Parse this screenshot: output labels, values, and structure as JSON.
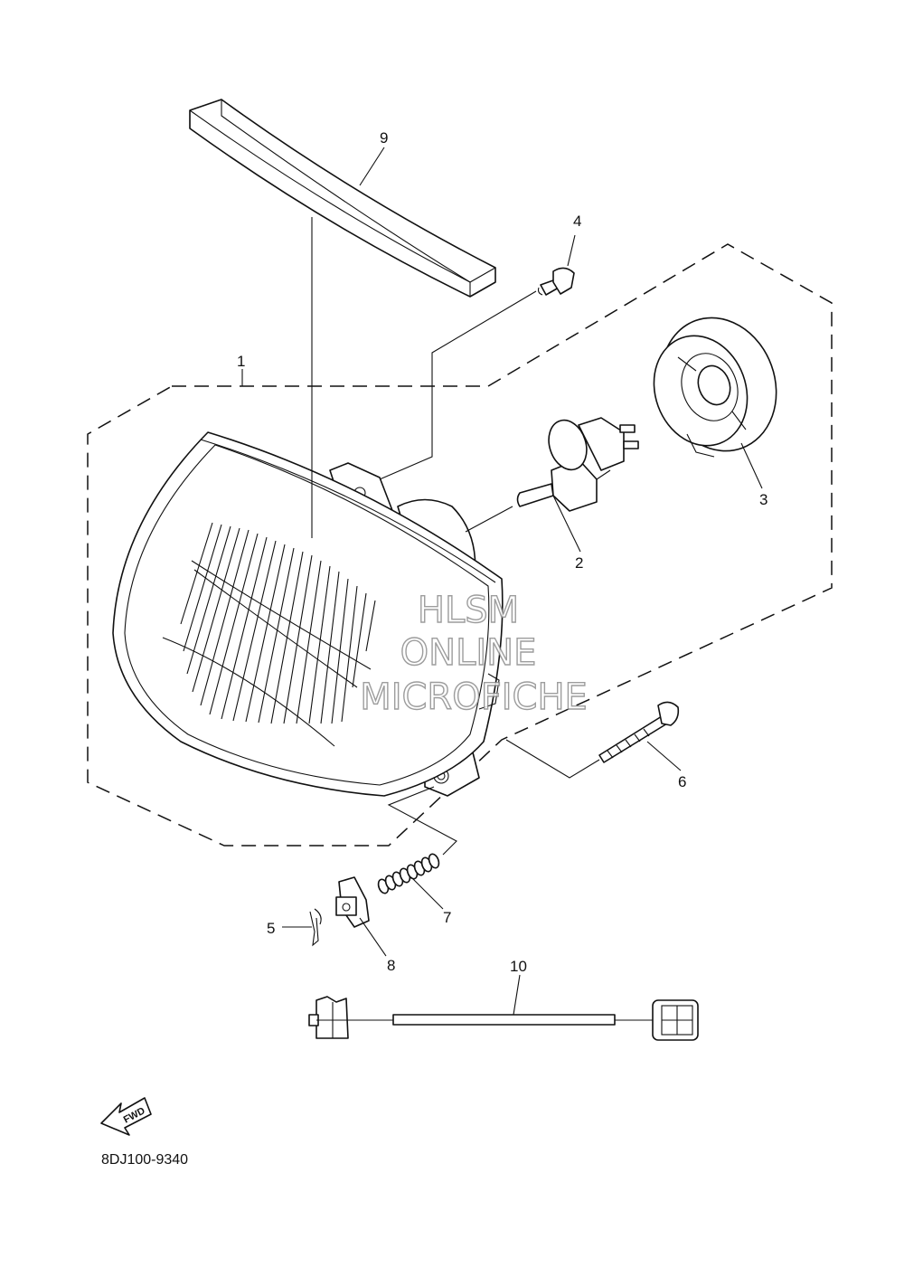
{
  "callouts": {
    "p1": "1",
    "p2": "2",
    "p3": "3",
    "p4": "4",
    "p5": "5",
    "p6": "6",
    "p7": "7",
    "p8": "8",
    "p9": "9",
    "p10": "10"
  },
  "fwd_label": "FWD",
  "diagram_code": "8DJ100-9340",
  "watermark": {
    "line1": "HLSM",
    "line2": "ONLINE",
    "line3": "MICROFICHE"
  },
  "colors": {
    "ink": "#111111",
    "watermark_outline": "#8c8c8c",
    "background": "#ffffff"
  }
}
